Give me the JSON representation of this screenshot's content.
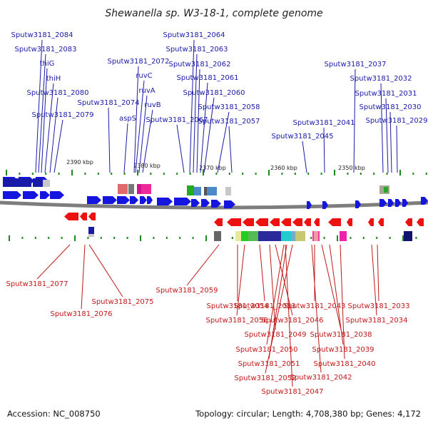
{
  "title": "Shewanella sp. W3-18-1, complete genome",
  "footer": {
    "accession": "Accession: NC_008750",
    "summary": "Topology: circular; Length: 4,708,380 bp; Genes: 4,172"
  },
  "scale_labels": [
    "2390 kbp",
    "2380 kbp",
    "2370 kbp",
    "2360 kbp",
    "2350 kbp"
  ],
  "upper_labels": [
    "Sputw3181_2084",
    "Sputw3181_2083",
    "thiG",
    "thiH",
    "Sputw3181_2080",
    "Sputw3181_2079",
    "Sputw3181_2072",
    "ruvC",
    "ruvA",
    "ruvB",
    "Sputw3181_2074",
    "aspS",
    "Sputw3181_2064",
    "Sputw3181_2063",
    "Sputw3181_2062",
    "Sputw3181_2061",
    "Sputw3181_2060",
    "Sputw3181_2067",
    "Sputw3181_2058",
    "Sputw3181_2057",
    "Sputw3181_2041",
    "Sputw3181_2045",
    "Sputw3181_2037",
    "Sputw3181_2032",
    "Sputw3181_2031",
    "Sputw3181_2030",
    "Sputw3181_2029"
  ],
  "lower_labels": [
    "Sputw3181_2077",
    "Sputw3181_2076",
    "Sputw3181_2075",
    "Sputw3181_2059",
    "Sputw3181_2054",
    "Sputw3181_2056",
    "Sputw3181_2053",
    "Sputw3181_2046",
    "Sputw3181_2049",
    "Sputw3181_2050",
    "Sputw3181_2051",
    "Sputw3181_2052",
    "Sputw3181_2047",
    "Sputw3181_2043",
    "Sputw3181_2038",
    "Sputw3181_2039",
    "Sputw3181_2040",
    "Sputw3181_2042",
    "Sputw3181_2033",
    "Sputw3181_2034"
  ],
  "colors": {
    "forward_gene": "#1515e0",
    "reverse_gene": "#ee1111",
    "forward_label": "#1a1aa8",
    "reverse_label": "#c01818",
    "backbone": "#888888",
    "tick": "#1a8a1a"
  }
}
